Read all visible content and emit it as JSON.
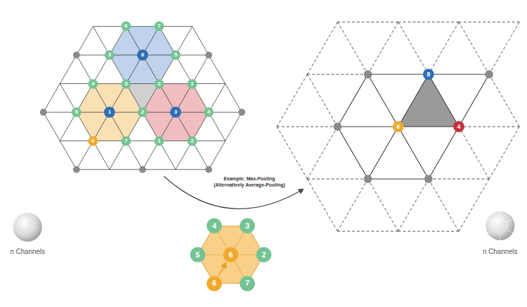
{
  "diagram": {
    "nodes": [
      {
        "text": [
          "6"
        ]
      },
      {
        "text": [
          "7"
        ]
      },
      {
        "text": [
          "3"
        ]
      },
      {
        "text": [
          "8"
        ]
      },
      {
        "text": [
          "5"
        ]
      },
      {
        "text": [
          "4"
        ]
      },
      {
        "text": [
          "3"
        ]
      },
      {
        "text": [
          "2"
        ]
      },
      {
        "text": [
          "1"
        ]
      },
      {
        "text": [
          "5"
        ]
      },
      {
        "text": [
          "1"
        ]
      },
      {
        "text": [
          "2"
        ]
      },
      {
        "text": [
          "3"
        ]
      },
      {
        "text": [
          "4"
        ]
      },
      {
        "text": [
          "6"
        ]
      },
      {
        "text": [
          "7"
        ]
      },
      {
        "text": [
          "1"
        ]
      },
      {
        "text": [
          "2"
        ]
      },
      {
        "text": [
          "8"
        ]
      },
      {
        "text": [
          "6"
        ]
      },
      {
        "text": [
          "4"
        ]
      },
      {
        "text": [
          "4"
        ]
      },
      {
        "text": [
          "3"
        ]
      },
      {
        "text": [
          "5"
        ]
      },
      {
        "text": [
          "6"
        ]
      },
      {
        "text": [
          "2"
        ]
      },
      {
        "text": [
          "6"
        ]
      },
      {
        "text": [
          "7"
        ]
      }
    ],
    "edges": [
      {
        "from": 26,
        "to": 24,
        "arrow": "to"
      }
    ],
    "labels": [
      "Example: Max-Pooling",
      "(Alternatively Average-Pooling)",
      "n Channels",
      "n Channels"
    ]
  }
}
